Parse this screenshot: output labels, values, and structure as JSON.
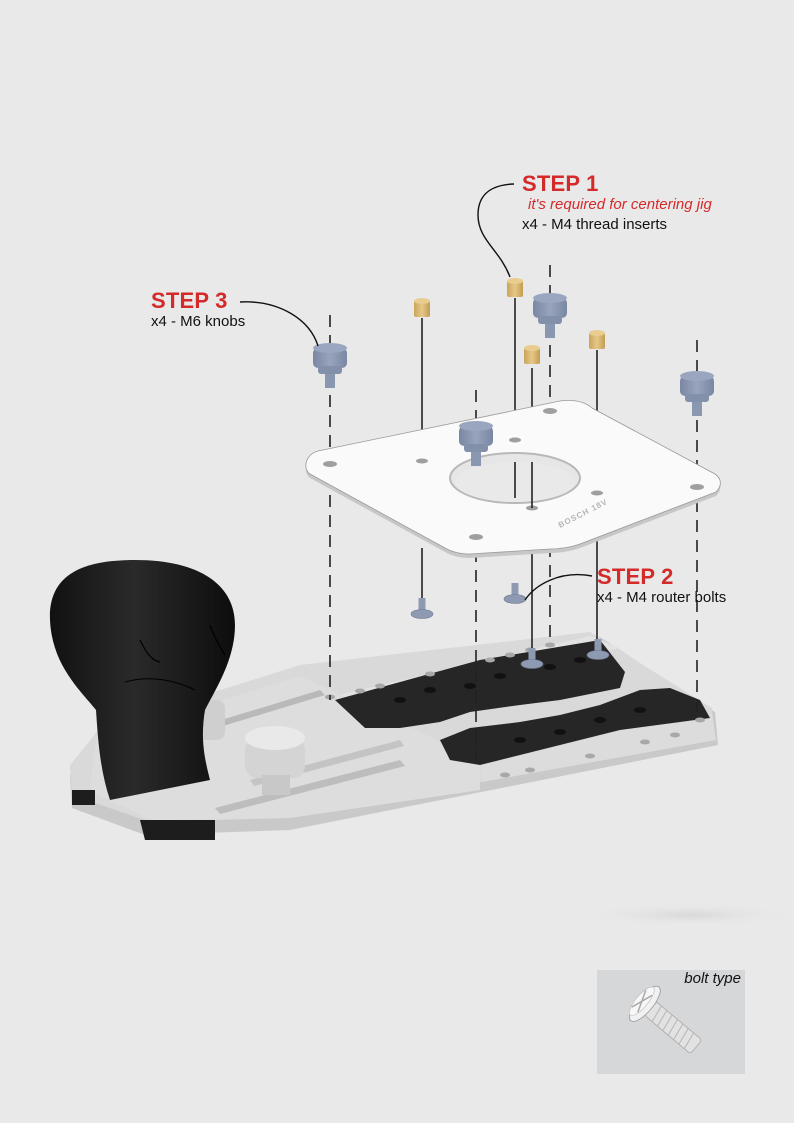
{
  "steps": [
    {
      "id": "step1",
      "title": "STEP 1",
      "note": "it's required for centering jig",
      "description": "x4 - M4 thread inserts"
    },
    {
      "id": "step2",
      "title": "STEP 2",
      "description": "x4 - M4 router bolts"
    },
    {
      "id": "step3",
      "title": "STEP 3",
      "description": "x4 - M6 knobs"
    }
  ],
  "plate": {
    "engraving": "BOSCH 18V"
  },
  "bolt_inset": {
    "label": "bolt type"
  },
  "colors": {
    "accent_red": "#d42a2a",
    "knob_blue": "#8794ae",
    "insert_gold": "#d6b46e",
    "background": "#e9e9e9"
  }
}
